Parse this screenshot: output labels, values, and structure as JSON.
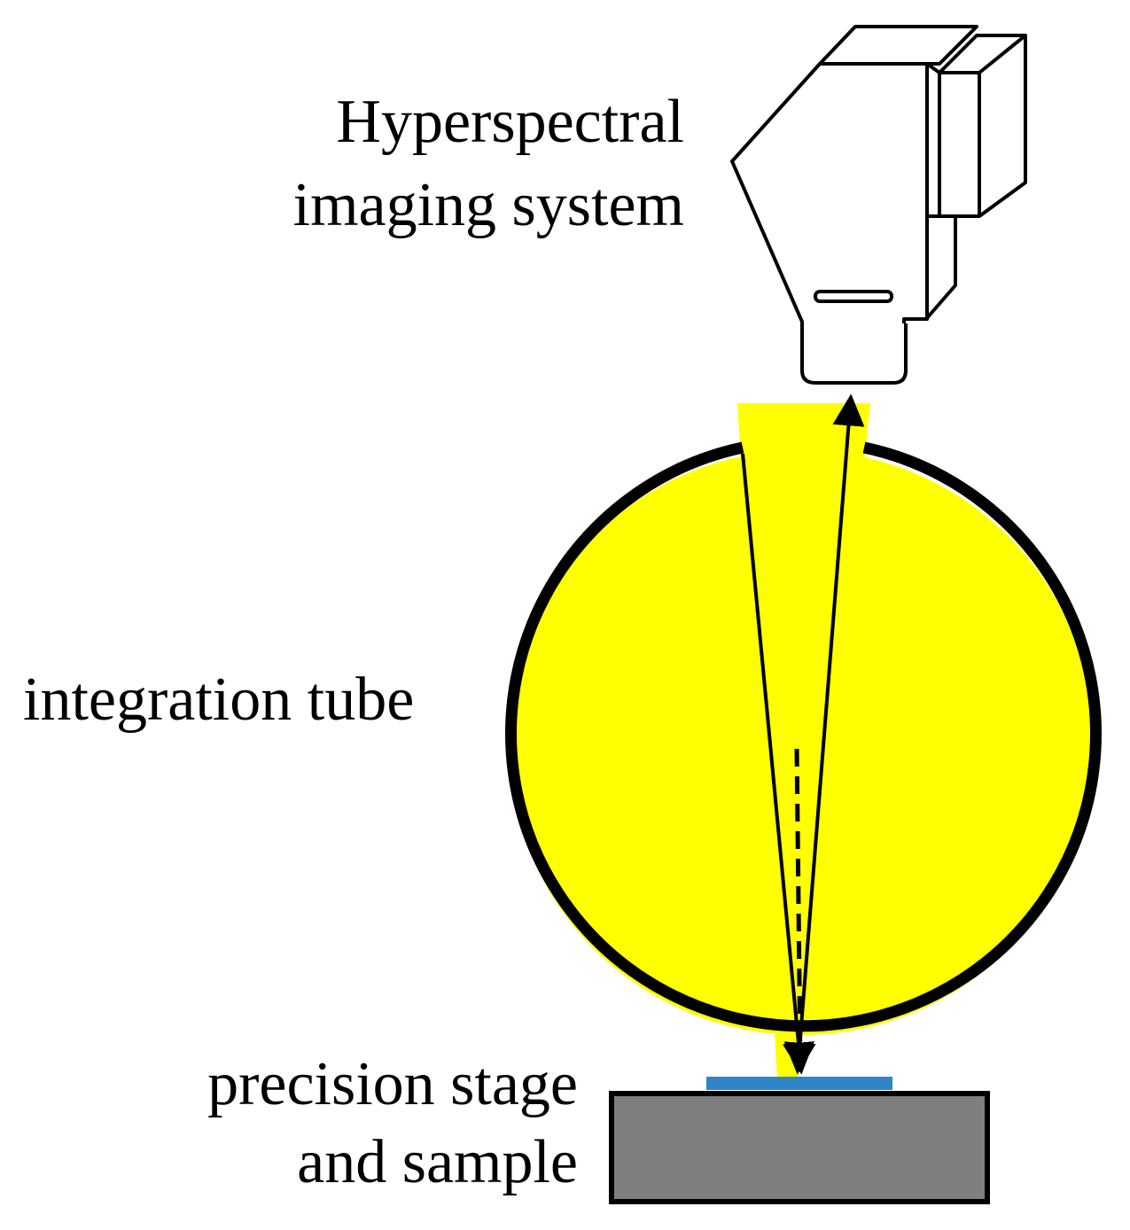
{
  "labels": {
    "camera_line1": "Hyperspectral",
    "camera_line2": "imaging system",
    "sphere": "integration tube",
    "stage_line1": "precision stage",
    "stage_line2": "and sample"
  },
  "colors": {
    "light": "#ffff00",
    "outline": "#000000",
    "stage": "#7f7f7f",
    "sample": "#2e86c8",
    "background": "#ffffff"
  }
}
